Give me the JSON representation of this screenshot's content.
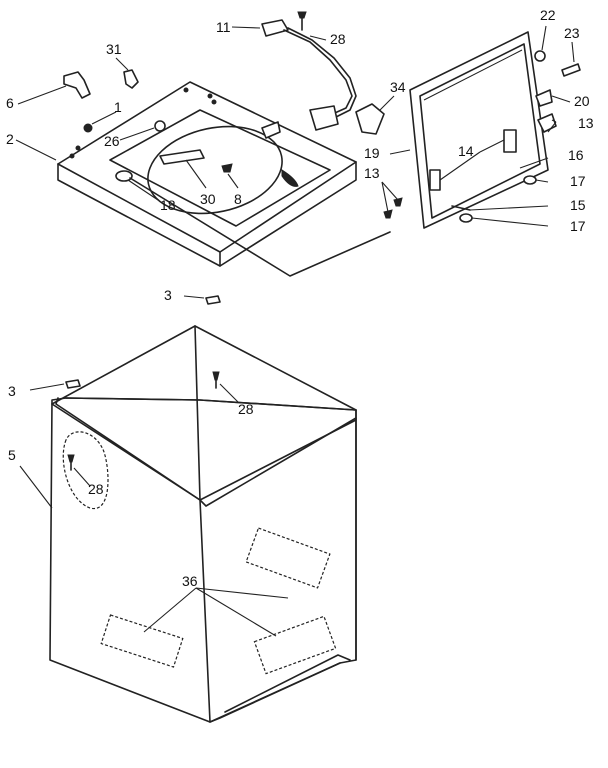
{
  "title": "",
  "colors": {
    "ink": "#222222",
    "paper": "#ffffff"
  },
  "callouts": {
    "c11": "11",
    "c28a": "28",
    "c31": "31",
    "c6": "6",
    "c1": "1",
    "c2": "2",
    "c26": "26",
    "c34": "34",
    "c22": "22",
    "c23": "23",
    "c20": "20",
    "c13a": "13",
    "c14": "14",
    "c19": "19",
    "c16": "16",
    "c13b": "13",
    "c17a": "17",
    "c15": "15",
    "c17b": "17",
    "c30": "30",
    "c8": "8",
    "c18": "18",
    "c3a": "3",
    "c3b": "3",
    "c28b": "28",
    "c5": "5",
    "c28c": "28",
    "c36": "36"
  }
}
